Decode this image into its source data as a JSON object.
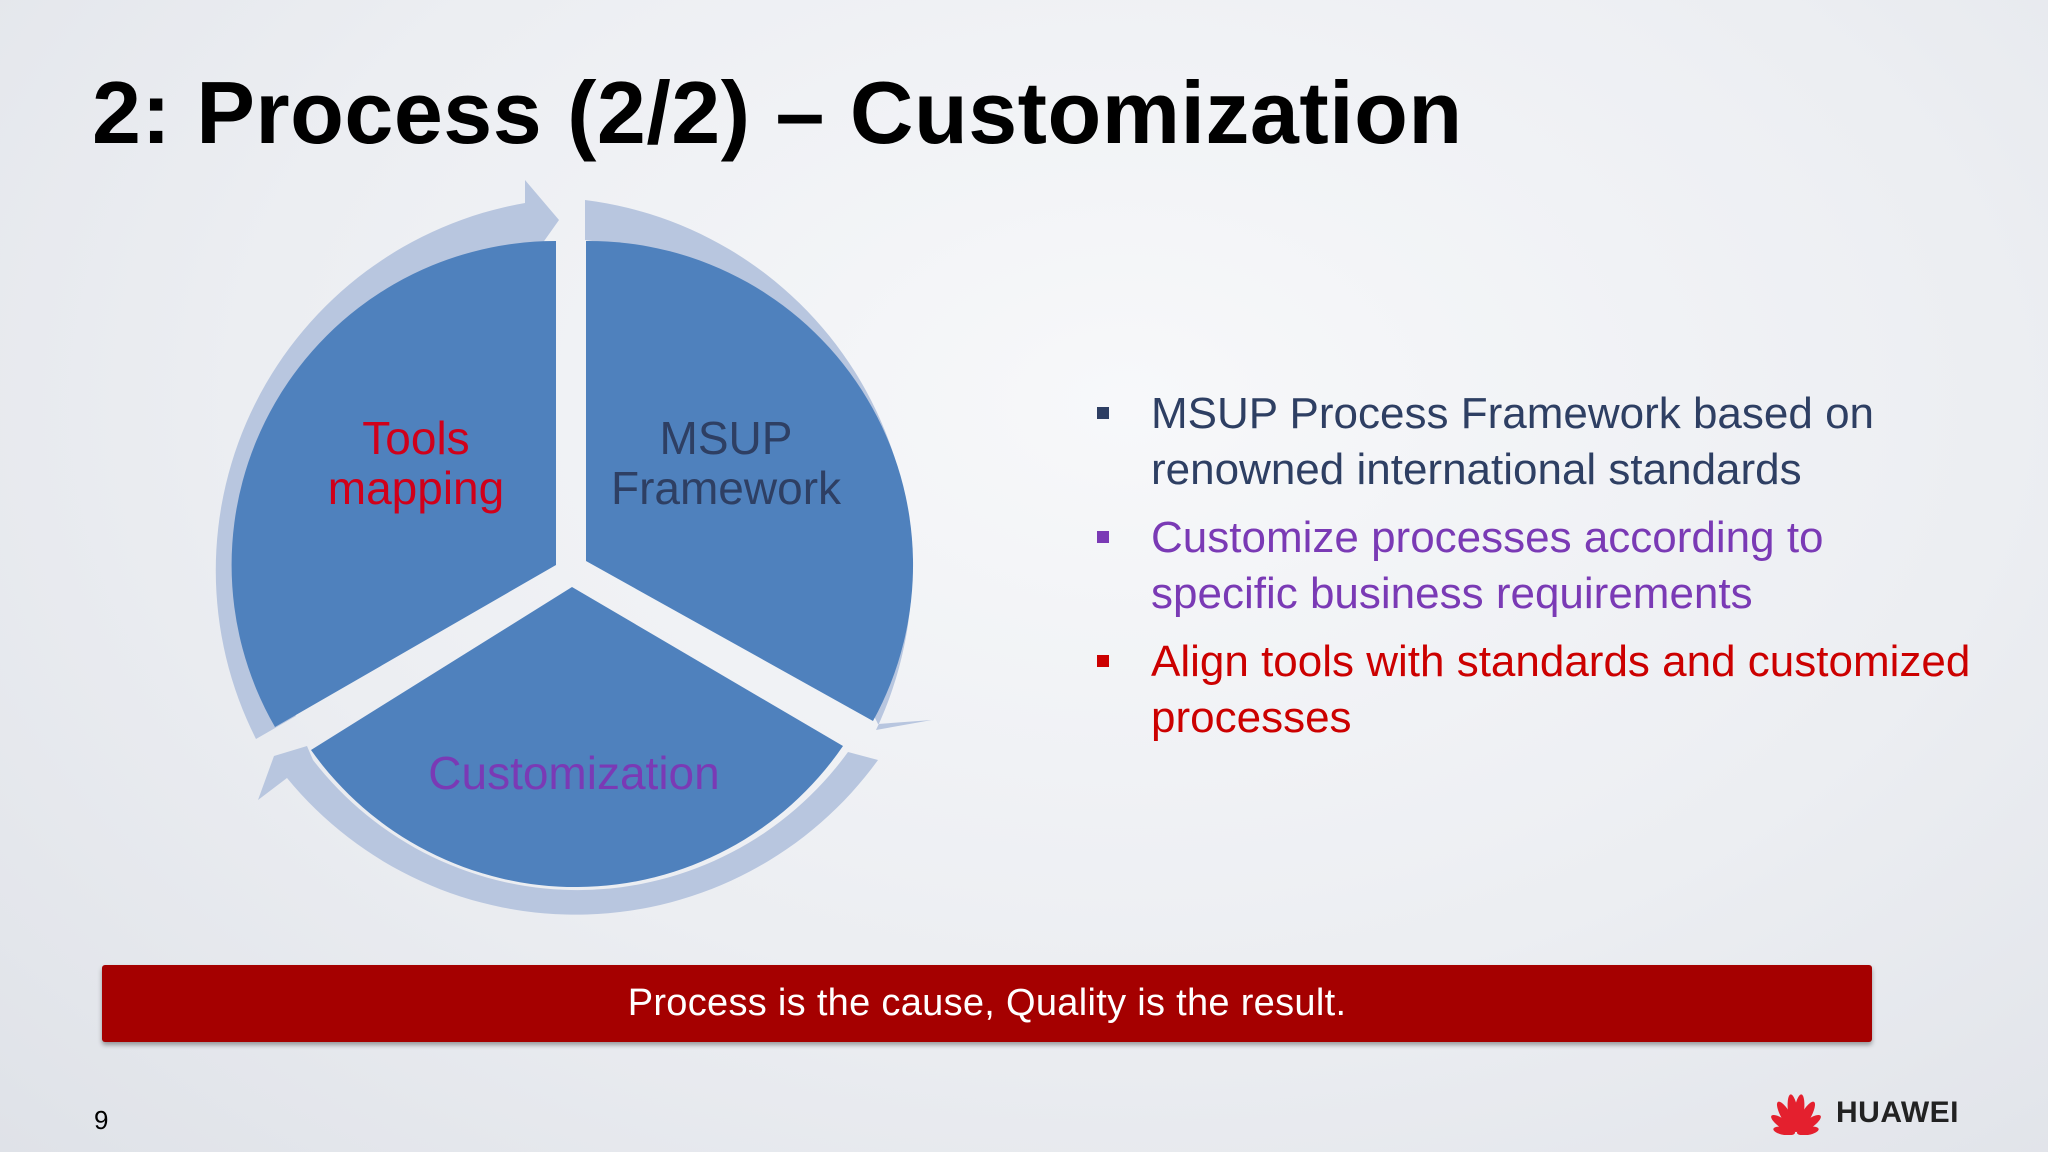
{
  "slide": {
    "title": "2: Process (2/2) – Customization",
    "page_number": "9"
  },
  "cycle": {
    "segments": [
      {
        "line1": "Tools",
        "line2": "mapping",
        "color": "#d0001a"
      },
      {
        "line1": "MSUP",
        "line2": "Framework",
        "color": "#2e3f63"
      },
      {
        "line1": "Customization",
        "line2": "",
        "color": "#7a3ab5"
      }
    ],
    "colors": {
      "segment_fill": "#4f81bd",
      "arrow_ring": "#b8c6df"
    }
  },
  "bullets": [
    {
      "text": "MSUP Process Framework based on renowned international standards",
      "color": "#2e3f63"
    },
    {
      "text": "Customize processes according to specific business requirements",
      "color": "#7a3ab5"
    },
    {
      "text": "Align tools with standards and customized processes",
      "color": "#cc0000"
    }
  ],
  "banner": {
    "text": "Process is the cause, Quality is the result.",
    "color": "#a50000"
  },
  "logo": {
    "text": "HUAWEI",
    "icon": "huawei-flower-icon",
    "color": "#e4202e"
  }
}
